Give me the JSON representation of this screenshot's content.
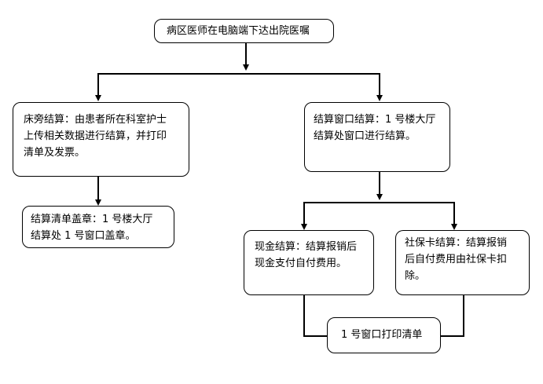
{
  "flowchart": {
    "start": {
      "text": "病区医师在电脑端下达出院医嘱"
    },
    "bedside": {
      "lines": [
        "床旁结算：由患者所在科室护士",
        "上传相关数据进行结算，并打印",
        "清单及发票。"
      ]
    },
    "stamp": {
      "lines": [
        "结算清单盖章：1 号楼大厅",
        "结算处 1 号窗口盖章。"
      ]
    },
    "window": {
      "lines": [
        "结算窗口结算：1 号楼大厅",
        "结算处窗口进行结算。"
      ]
    },
    "cash": {
      "lines": [
        "现金结算：结算报销后",
        "现金支付自付费用。"
      ]
    },
    "insurance": {
      "lines": [
        "社保卡结算：结算报销",
        "后自付费用由社保卡扣",
        "除。"
      ]
    },
    "print": {
      "text": "1 号窗口打印清单"
    }
  }
}
